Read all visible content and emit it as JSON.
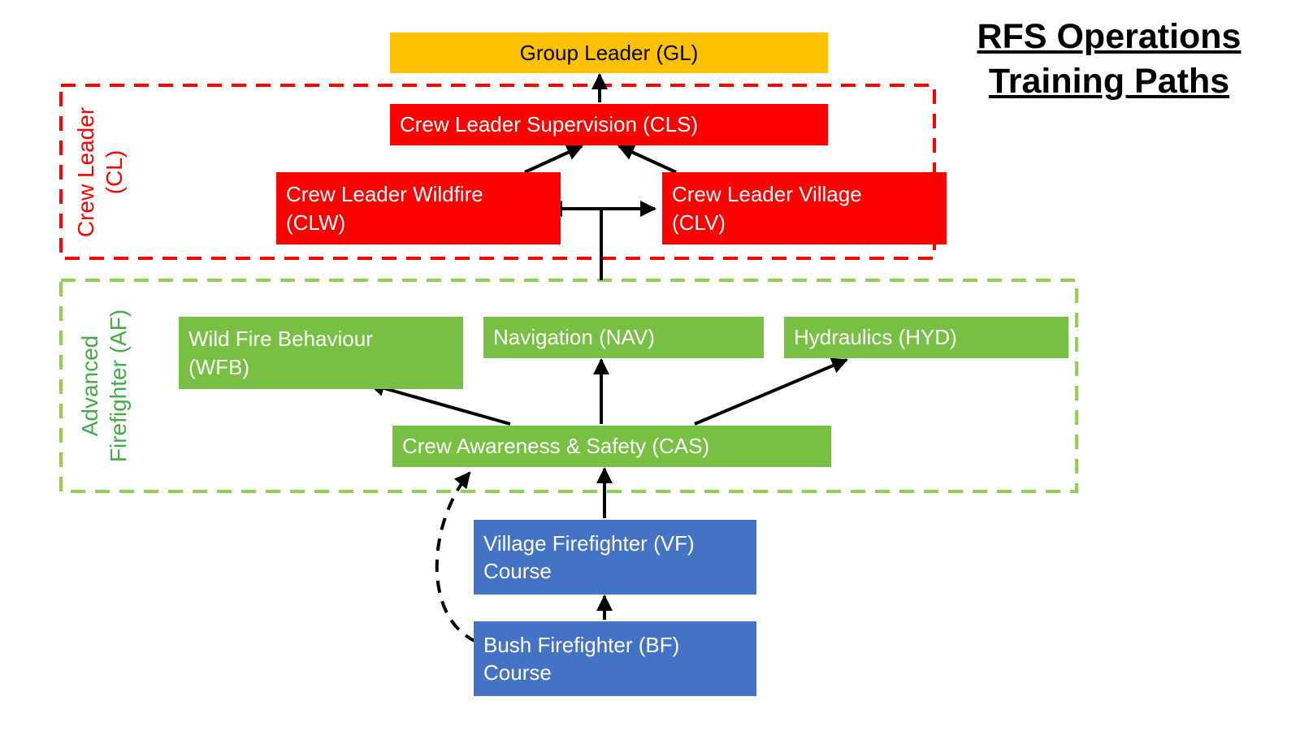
{
  "title": {
    "line1": "RFS Operations",
    "line2": "Training Paths"
  },
  "regions": {
    "crew_leader": {
      "lines": [
        "Crew Leader",
        "(CL)"
      ]
    },
    "advanced_firefighter": {
      "lines": [
        "Advanced",
        "Firefighter (AF)"
      ]
    }
  },
  "nodes": {
    "gl": {
      "label": "Group Leader (GL)"
    },
    "cls": {
      "label": "Crew Leader Supervision (CLS)"
    },
    "clw": {
      "label": "Crew Leader Wildfire\n(CLW)"
    },
    "clv": {
      "label": "Crew Leader Village\n(CLV)"
    },
    "wfb": {
      "label": "Wild Fire Behaviour\n(WFB)"
    },
    "nav": {
      "label": "Navigation (NAV)"
    },
    "hyd": {
      "label": "Hydraulics (HYD)"
    },
    "cas": {
      "label": "Crew Awareness & Safety (CAS)"
    },
    "vf": {
      "label": "Village Firefighter (VF)\nCourse"
    },
    "bf": {
      "label": "Bush Firefighter (BF)\nCourse"
    }
  },
  "colors": {
    "group_leader": "#FFC000",
    "crew_leader": "#FF0000",
    "advanced": "#77C043",
    "advanced_border": "#92D050",
    "advanced_label": "#44AB49",
    "course": "#4472C4",
    "arrow": "#000000",
    "title_text": "#000000"
  }
}
